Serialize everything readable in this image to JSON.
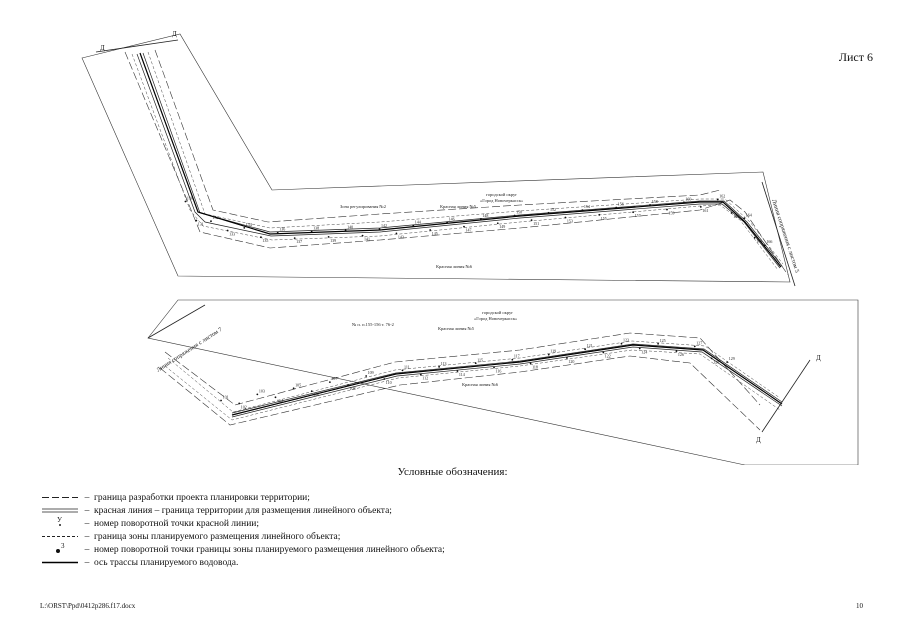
{
  "sheet_label": "Лист 6",
  "map1": {
    "section_letter_start": "Д",
    "section_letter_start_2": "Д",
    "side_label": "Линия сопряжения с листом 5",
    "okrug_label_line1": "городской округ",
    "okrug_label_line2": "«Город Новочеркасск»",
    "red_line_label": "Красная линия №5",
    "boundary_label": "Красная линия №6",
    "zone_label": "Зона регулирования №2",
    "point_labels": [
      "130",
      "131",
      "132",
      "133",
      "134",
      "135",
      "136",
      "137",
      "138",
      "139",
      "140",
      "141",
      "142",
      "143",
      "144",
      "145",
      "146",
      "147",
      "148",
      "149",
      "150",
      "151",
      "152",
      "153",
      "154",
      "155",
      "156",
      "157",
      "158",
      "159",
      "160",
      "161",
      "162",
      "163",
      "164",
      "165",
      "166"
    ]
  },
  "map2": {
    "side_label": "Линия сопряжения с листом 7",
    "okrug_label_line1": "городской округ",
    "okrug_label_line2": "«Город Новочеркасск»",
    "red_line_label": "Красная линия №5",
    "boundary_label": "Красная линия №6",
    "zone_label": "№ п. п.155-156 т. 76-2",
    "section_letter_end": "Д",
    "section_letter_end_2": "Д",
    "point_labels": [
      "101",
      "102",
      "103",
      "104",
      "105",
      "106",
      "107",
      "108",
      "109",
      "110",
      "111",
      "112",
      "113",
      "114",
      "115",
      "116",
      "117",
      "118",
      "119",
      "120",
      "121",
      "122",
      "123",
      "124",
      "125",
      "126",
      "127",
      "128",
      "129"
    ]
  },
  "legend": {
    "title": "Условные обозначения:",
    "dash": "–",
    "items": [
      {
        "symbol": "long-dash-line",
        "text": "граница разработки проекта планировки территории;"
      },
      {
        "symbol": "double-line",
        "text": "красная линия – граница территории для размещения линейного объекта;"
      },
      {
        "symbol": "red-line-point",
        "symbol_text": "У",
        "text": "номер поворотной точки красной линии;"
      },
      {
        "symbol": "short-dash-line",
        "text": "граница зоны планируемого размещения линейного объекта;"
      },
      {
        "symbol": "zone-point",
        "symbol_text": "3",
        "text": "номер поворотной точки границы зоны планируемого размещения линейного объекта;"
      },
      {
        "symbol": "solid-line",
        "text": "ось трассы планируемого водовода."
      }
    ]
  },
  "footer": {
    "file_path": "L:\\ORST\\Ppd\\0412p286.f17.docx",
    "page_number": "10"
  }
}
